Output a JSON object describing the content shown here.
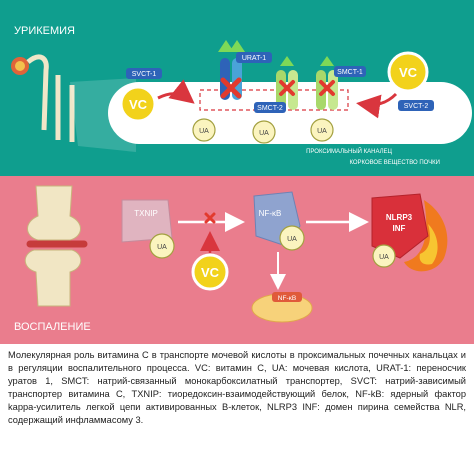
{
  "top": {
    "title": "УРИКЕМИЯ",
    "tubule_label": "ПРОКСИМАЛЬНЫЙ КАНАЛЕЦ",
    "cortex_label": "КОРКОВОЕ ВЕЩЕСТВО ПОЧКИ",
    "vc": "VC",
    "svct1": "SVCT-1",
    "svct2": "SVCT-2",
    "urat1": "URAT-1",
    "smct1": "SMCT-1",
    "smct2": "SMCT-2",
    "ua": "UA"
  },
  "bottom": {
    "title": "ВОСПАЛЕНИЕ",
    "txnip": "TXNIP",
    "nfkb": "NF-κB",
    "nlrp3": "NLRP3",
    "inf": "INF",
    "vc": "VC",
    "ua": "UA"
  },
  "caption": "Молекулярная роль витамина С в транспорте мочевой кислоты в проксимальных почечных канальцах и в регуляции воспалительного процесса. VC: витамин С, UA: мочевая кислота, URAT-1: переносчик уратов 1, SMCT: натрий-связанный монокарбоксилатный транспортер, SVCT: натрий-зависимый транспортер витамина С, TXNIP: тиоредоксин-взаимодействующий белок, NF-kB: ядерный фактор kappa-усилитель легкой цепи активированных В-клеток, NLRP3 INF: домен пирина семейства NLR, содержащий инфламмасому 3.",
  "colors": {
    "teal": "#0f9e8e",
    "pink": "#ea7d8d",
    "vc_yellow": "#f2d21b",
    "ua_fill": "#fbf4bf",
    "transporter_blue": "#2e63b8",
    "cross_red": "#e23a2e"
  }
}
